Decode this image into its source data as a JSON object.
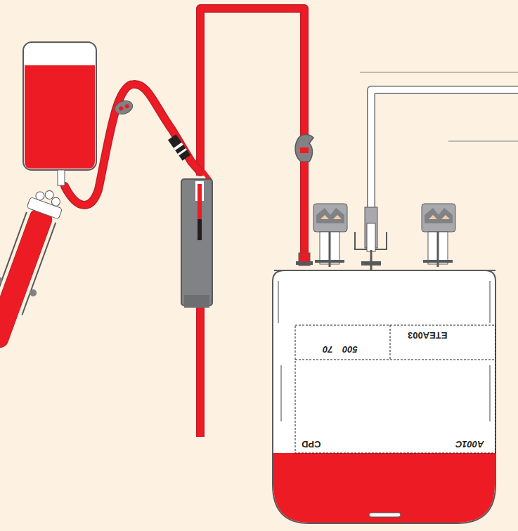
{
  "diagram": {
    "labels": [
      "ETEA003",
      "500 70",
      "CPD",
      "A001C"
    ]
  }
}
